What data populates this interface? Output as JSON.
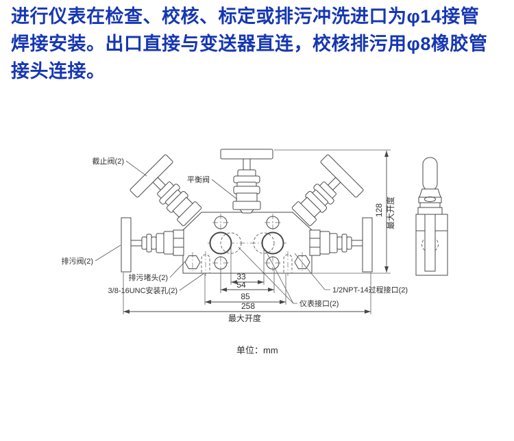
{
  "intro": {
    "color": "#1637b2",
    "lines": [
      "进行仪表在检查、校核、标定或排污冲洗进口为φ14接管",
      "焊接安装。出口直接与变送器直连，校核排污用φ8橡胶管",
      "接头连接。"
    ]
  },
  "diagram": {
    "labels": {
      "stop_valve": "截止阀(2)",
      "balance_valve": "平衡阀",
      "drain_valve": "排污阀(2)",
      "drain_plug": "排污堵头(2)",
      "mounting_hole": "3/8-16UNC安装孔(2)",
      "process_port": "1/2NPT-14过程接口(2)",
      "instrument_port": "仪表接口(2)"
    },
    "dimensions": {
      "ports_span": "33",
      "valves_span": "54",
      "mounts_span": "85",
      "total_width": "258",
      "total_height": "128",
      "max_opening": "最大开度"
    },
    "unit_note": "单位：mm",
    "line_color": "#474747"
  }
}
